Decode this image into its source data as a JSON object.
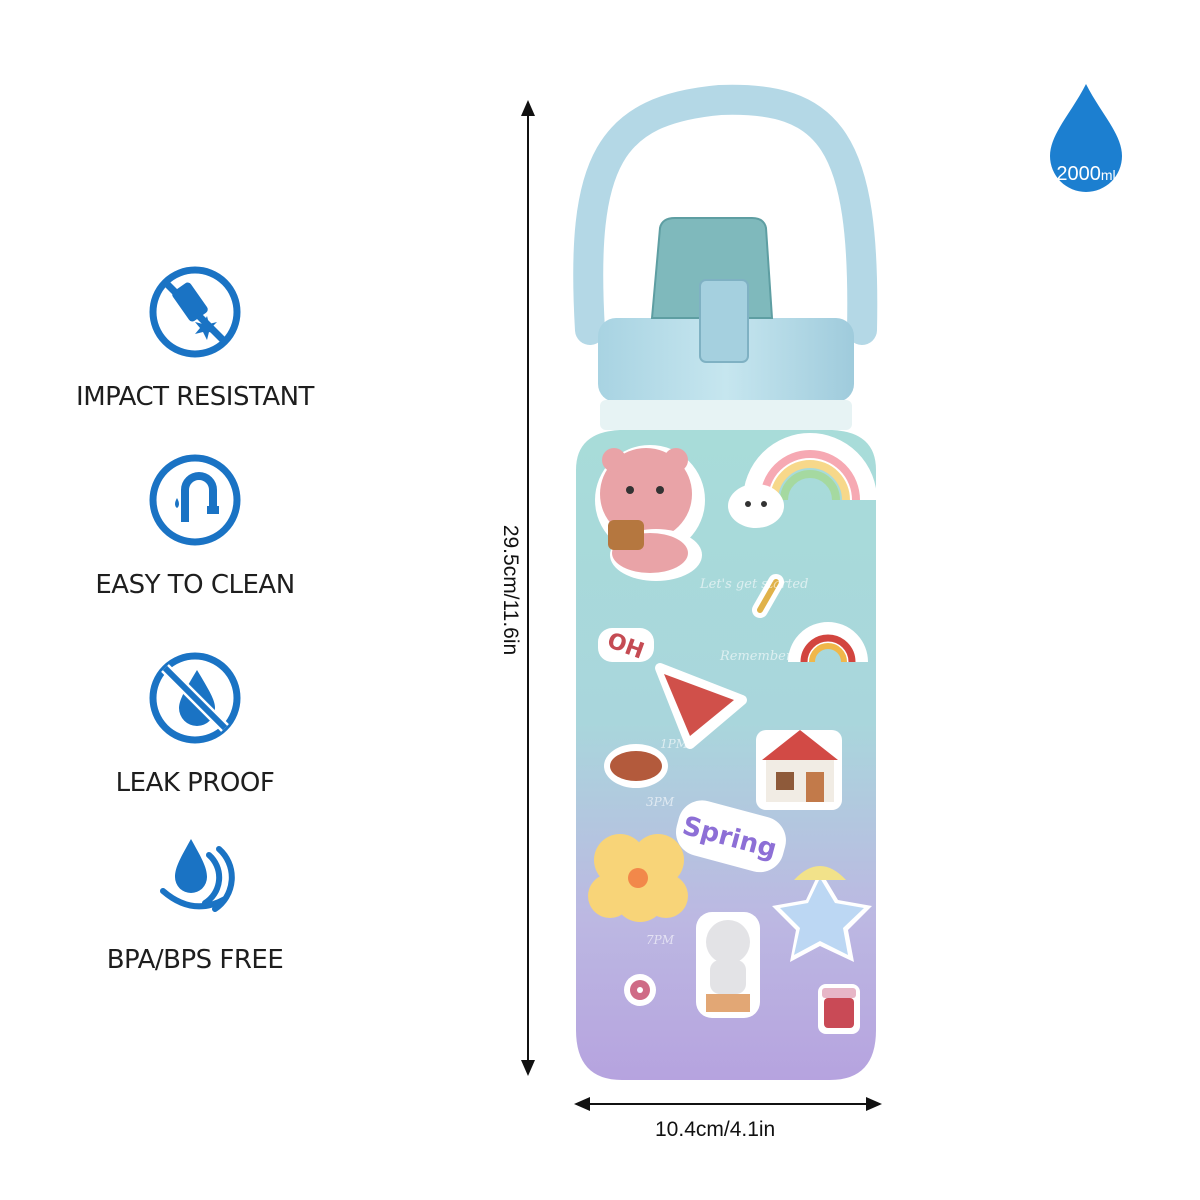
{
  "features": [
    {
      "label": "IMPACT RESISTANT",
      "icon": "impact-resistant-icon"
    },
    {
      "label": "EASY TO CLEAN",
      "icon": "faucet-icon"
    },
    {
      "label": "LEAK PROOF",
      "icon": "no-leak-drop-icon"
    },
    {
      "label": "BPA/BPS FREE",
      "icon": "water-drop-waves-icon"
    }
  ],
  "dimensions": {
    "height_label": "29.5cm/11.6in",
    "width_label": "10.4cm/4.1in"
  },
  "capacity": {
    "value": "2000",
    "unit": "ml"
  },
  "colors": {
    "icon_blue": "#1a73c4",
    "drop_blue": "#1c7fd0",
    "lid_blue": "#b7dbe8",
    "bottle_top": "#a9dcd9",
    "bottle_bottom": "#b9a5e0"
  }
}
